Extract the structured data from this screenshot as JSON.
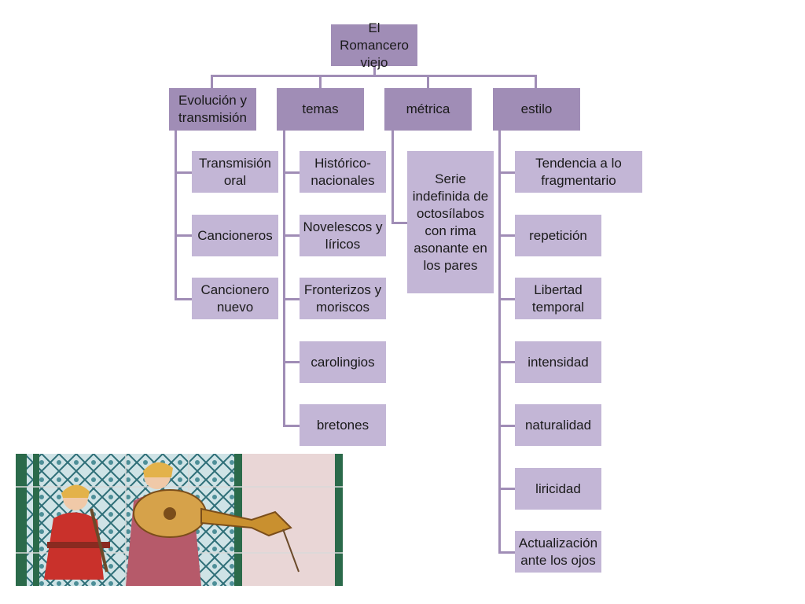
{
  "diagram": {
    "root": "El Romancero viejo",
    "branches": [
      {
        "label": "Evolución y transmisión",
        "children": [
          "Transmisión oral",
          "Cancioneros",
          "Cancionero nuevo"
        ]
      },
      {
        "label": "temas",
        "children": [
          "Histórico-nacionales",
          "Novelescos y líricos",
          "Fronterizos y moriscos",
          "carolingios",
          "bretones"
        ]
      },
      {
        "label": "métrica",
        "children": [
          "Serie indefinida de octosílabos con rima asonante en los pares"
        ]
      },
      {
        "label": "estilo",
        "children": [
          "Tendencia a lo fragmentario",
          "repetición",
          "Libertad temporal",
          "intensidad",
          "naturalidad",
          "liricidad",
          "Actualización ante los ojos"
        ]
      }
    ]
  },
  "image": {
    "subject": "tile-painting-of-medieval-musicians-with-lute",
    "colors": {
      "node_dark": "#a08db6",
      "node_light": "#c3b6d6"
    }
  }
}
